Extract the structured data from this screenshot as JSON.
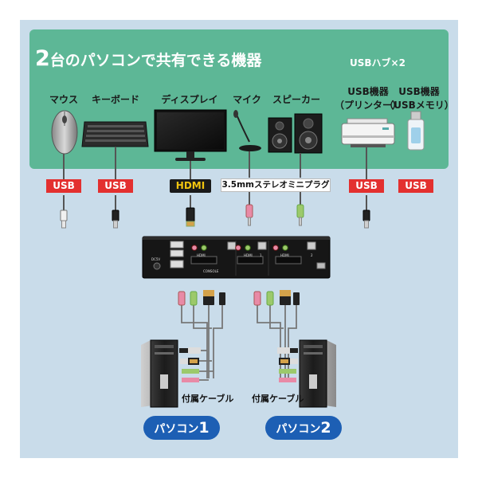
{
  "title": {
    "num": "2",
    "rest": "台のパソコンで共有できる機器"
  },
  "hub_label": "USBハブ×2",
  "devices": {
    "mouse": "マウス",
    "keyboard": "キーボード",
    "display": "ディスプレイ",
    "mic": "マイク",
    "speaker": "スピーカー",
    "usb_device1": {
      "line1": "USB機器",
      "line2": "（プリンター）"
    },
    "usb_device2": {
      "line1": "USB機器",
      "line2": "（USBメモリ）"
    }
  },
  "badges": {
    "usb": "USB",
    "hdmi": "HDMI",
    "stereo": "3.5mmステレオミニプラグ"
  },
  "switch_labels": {
    "dc": "DC5V",
    "hdmi": "HDMI",
    "console": "CONSOLE",
    "port1": "1",
    "port2": "2"
  },
  "cable_label": "付属ケーブル",
  "pcs": [
    {
      "label": "パソコン",
      "num": "1"
    },
    {
      "label": "パソコン",
      "num": "2"
    }
  ],
  "colors": {
    "background": "#c9dcea",
    "panel": "#5db796",
    "usb_badge": "#e3302f",
    "pc_pill": "#1d5fb4",
    "mic_pink": "#e88aa6",
    "speaker_green": "#9cc96b"
  }
}
